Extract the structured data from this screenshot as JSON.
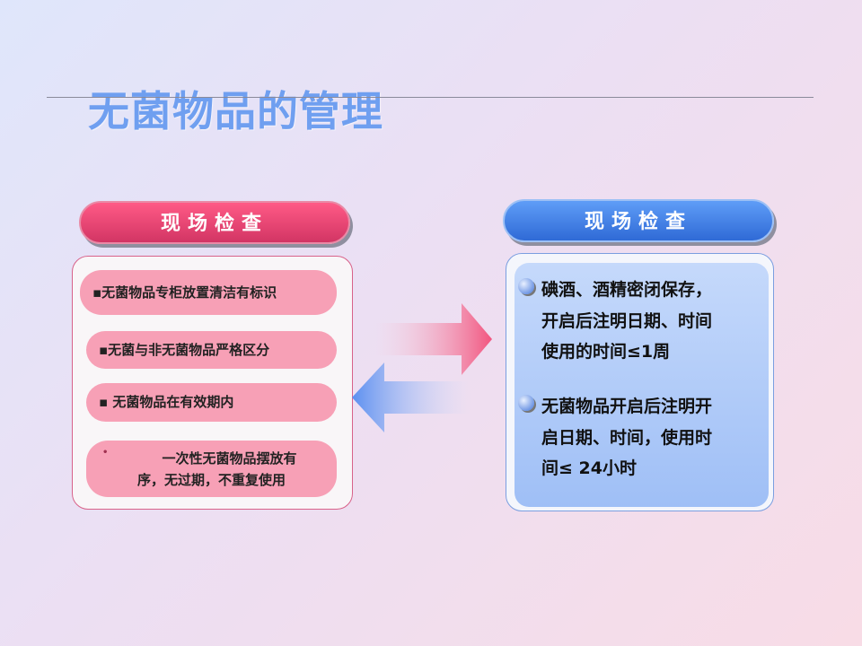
{
  "title": "无菌物品的管理",
  "left_panel": {
    "header": "现场检查",
    "items": [
      "▪无菌物品专柜放置清洁有标识",
      "▪无菌与非无菌物品严格区分",
      "▪ 无菌物品在有效期内",
      "一次性无菌物品摆放有",
      "序，无过期，不重复使用"
    ],
    "colors": {
      "header": "#e03f6e",
      "item": "#f7a0b6"
    }
  },
  "right_panel": {
    "header": "现场检查",
    "bullets": [
      {
        "lines": [
          "碘酒、酒精密闭保存，",
          "开启后注明日期、时间",
          "使用的时间≤1周"
        ]
      },
      {
        "lines": [
          "无菌物品开启后注明开",
          "启日期、时间，使用时",
          "间≤ 24小时"
        ]
      }
    ],
    "colors": {
      "header": "#3f7be0",
      "body": "#b3cdf9"
    }
  },
  "arrows": {
    "right": "arrow-right-icon",
    "left": "arrow-left-icon"
  }
}
